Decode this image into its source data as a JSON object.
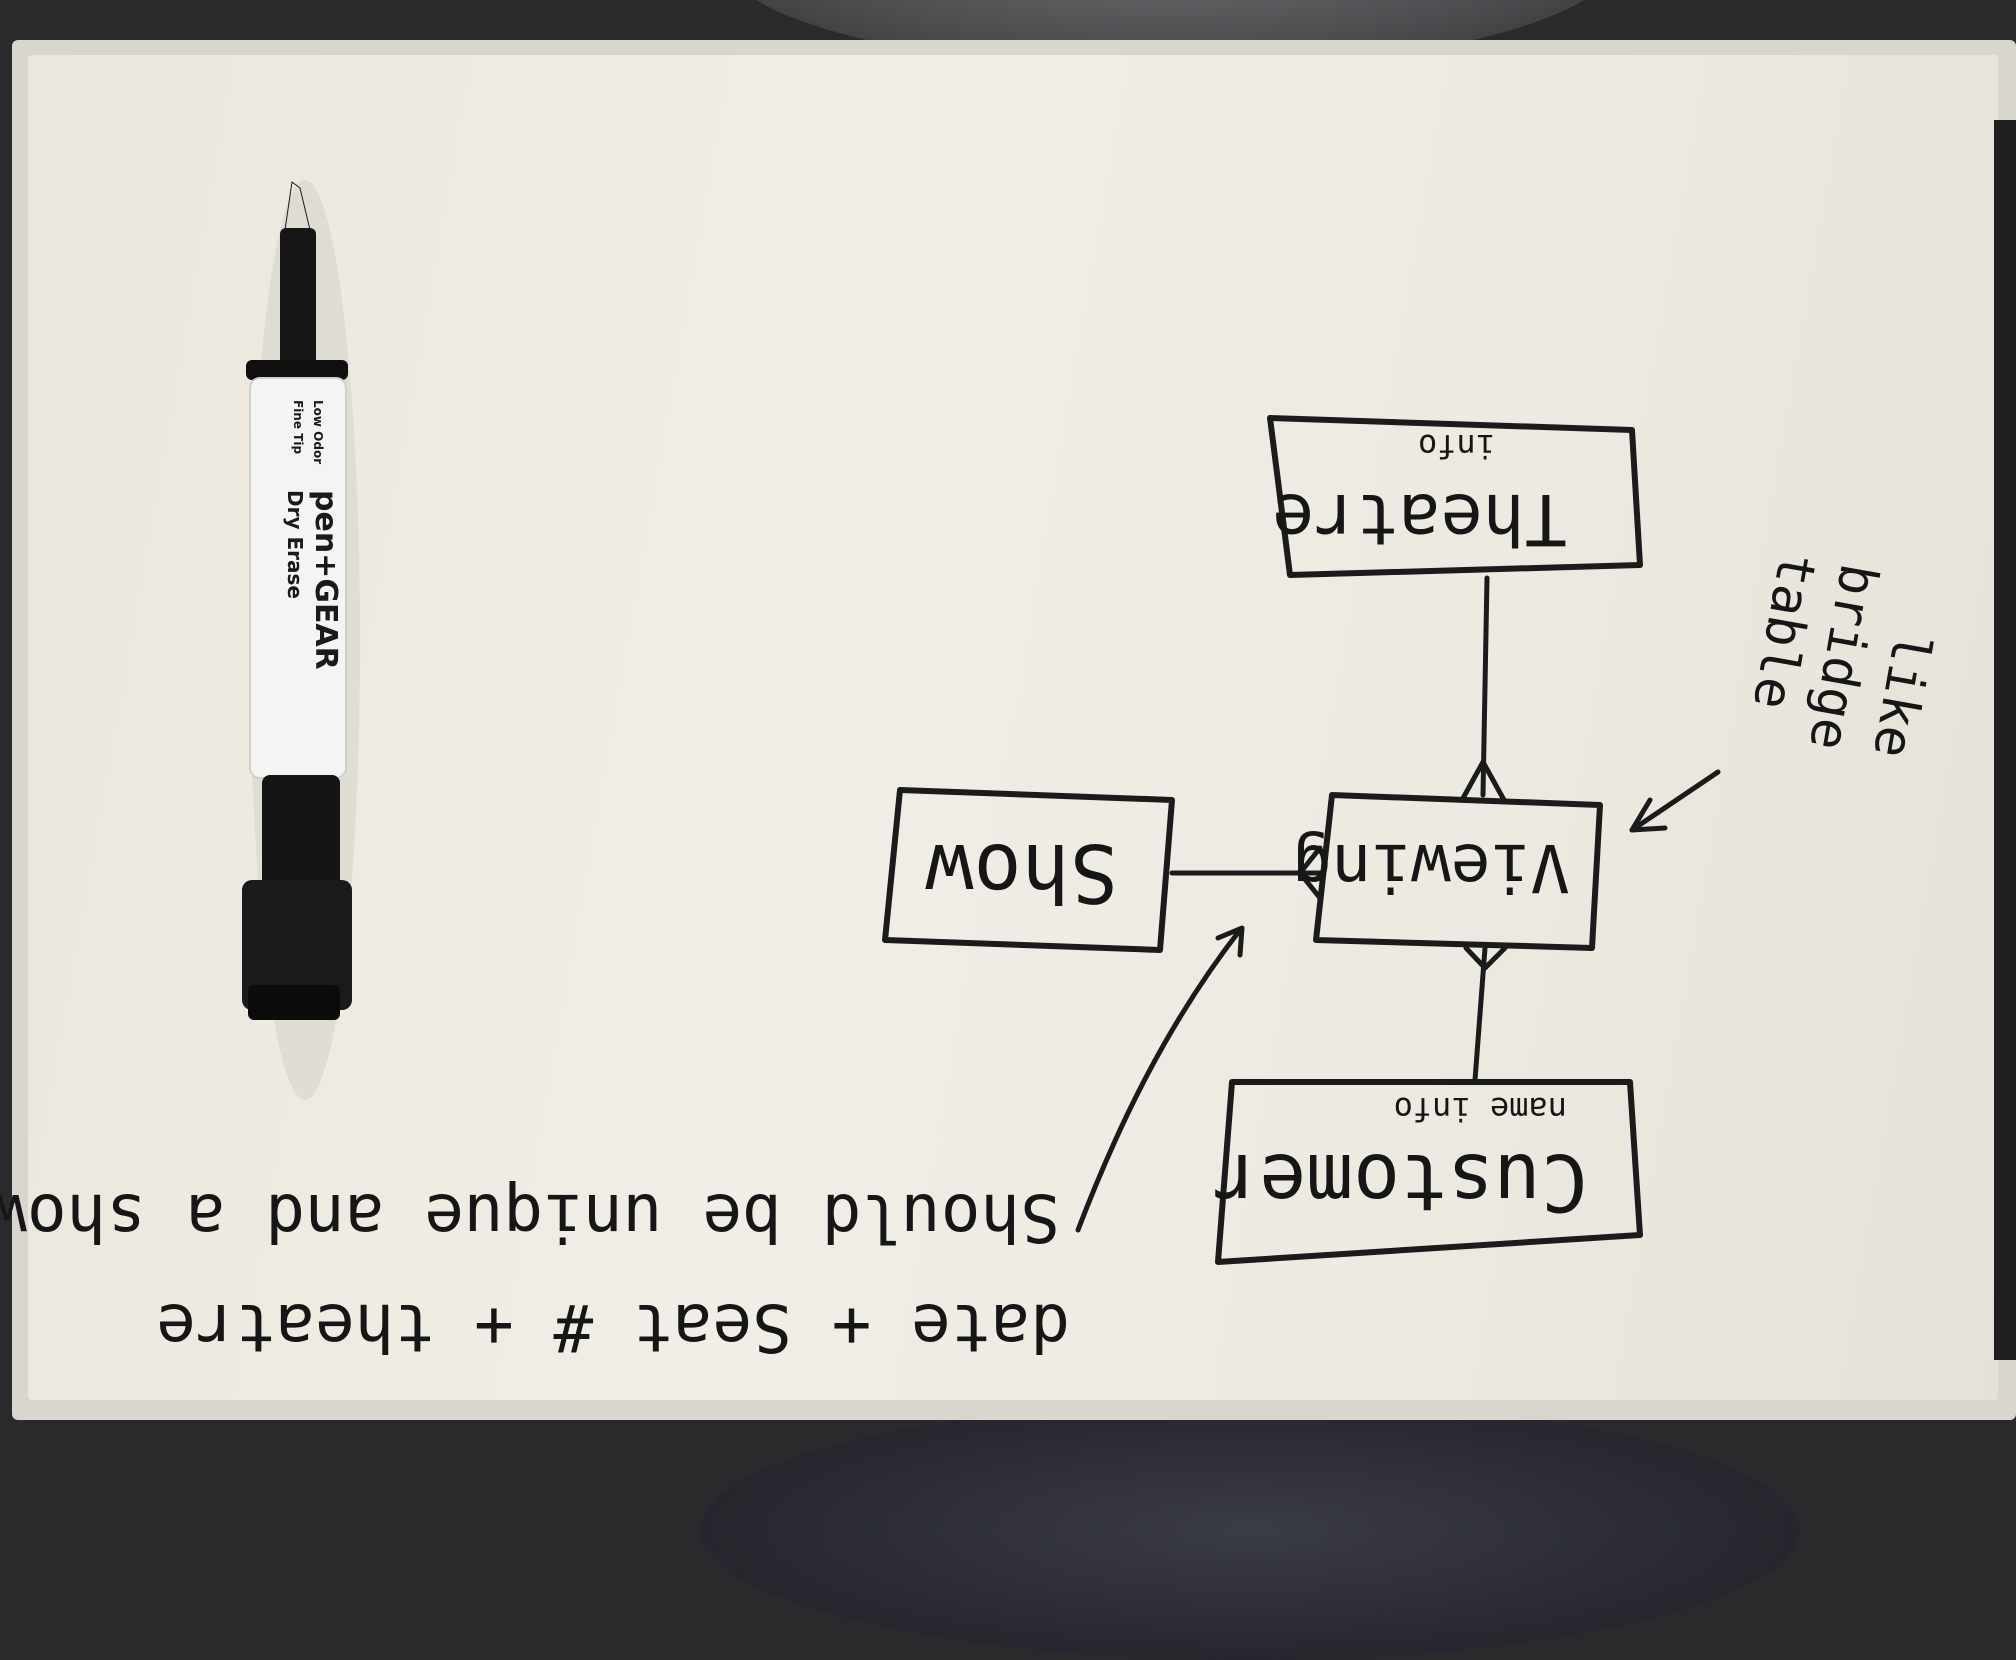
{
  "diagram": {
    "theatre_box": {
      "title": "Theatre",
      "sub": "info"
    },
    "show_box": {
      "title": "Show"
    },
    "viewing_box": {
      "title": "Viewing"
    },
    "customer_box": {
      "title": "Customer",
      "sub": "name info"
    },
    "side_note": {
      "lines": [
        "like",
        "bridge",
        "table"
      ]
    },
    "bottom_note": {
      "line1": "date + Seat # + theatre",
      "line2": "Should be unique and a show"
    }
  },
  "marker": {
    "brand": "pen+GEAR",
    "type": "Dry Erase",
    "feature1": "Low Odor",
    "feature2": "Fine Tip"
  },
  "colors": {
    "ink": "#1b1b1b",
    "board": "#efece5",
    "frame": "#d9d6cf",
    "marker_barrel": "#f4f4f2",
    "marker_cap": "#151515"
  }
}
